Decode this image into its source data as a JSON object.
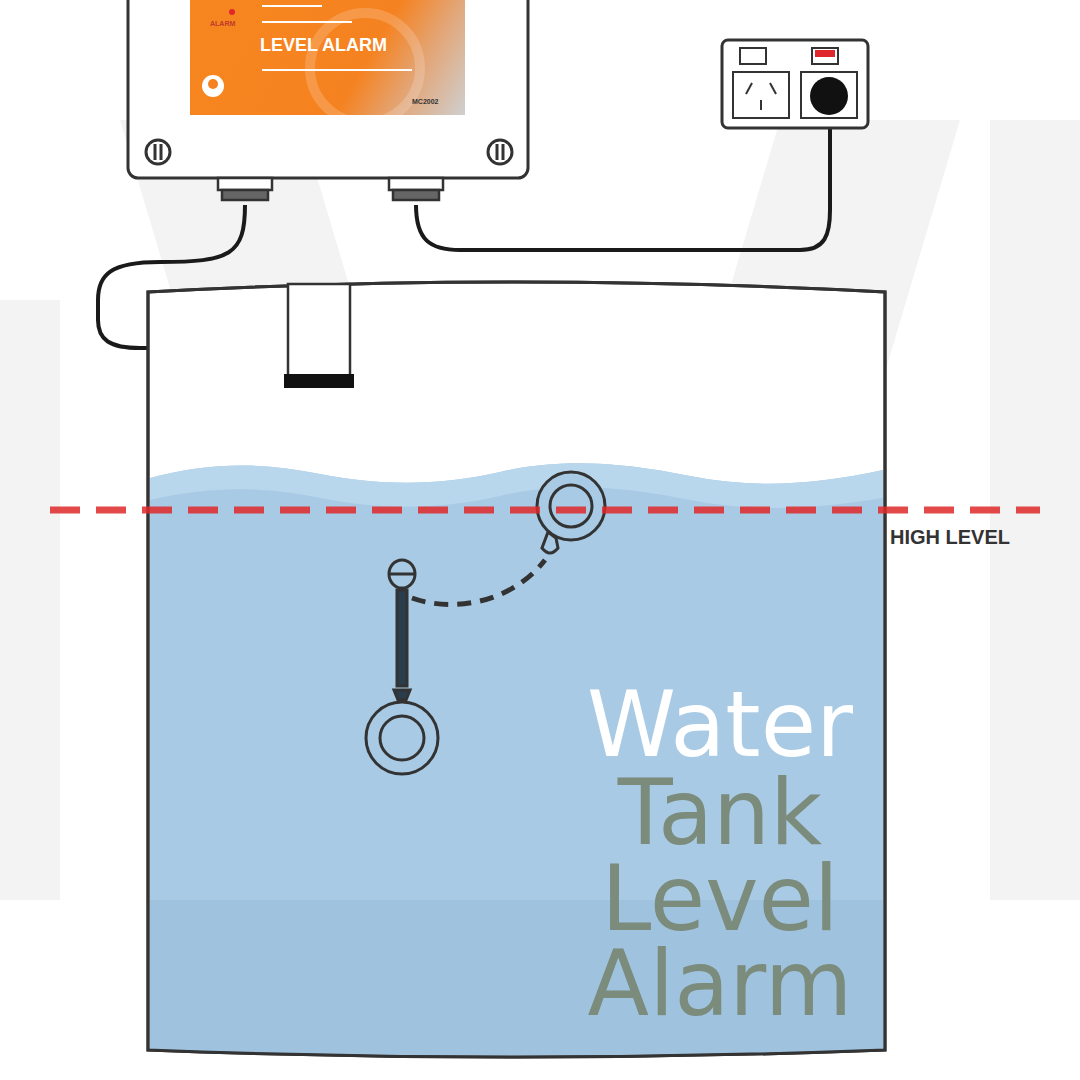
{
  "diagram": {
    "nodes": [
      {
        "text": [
          "ALARM",
          "LEVEL ALARM",
          "MC2002"
        ]
      }
    ],
    "labels": [
      "HIGH LEVEL",
      "Water",
      "Tank Level Alarm"
    ]
  }
}
